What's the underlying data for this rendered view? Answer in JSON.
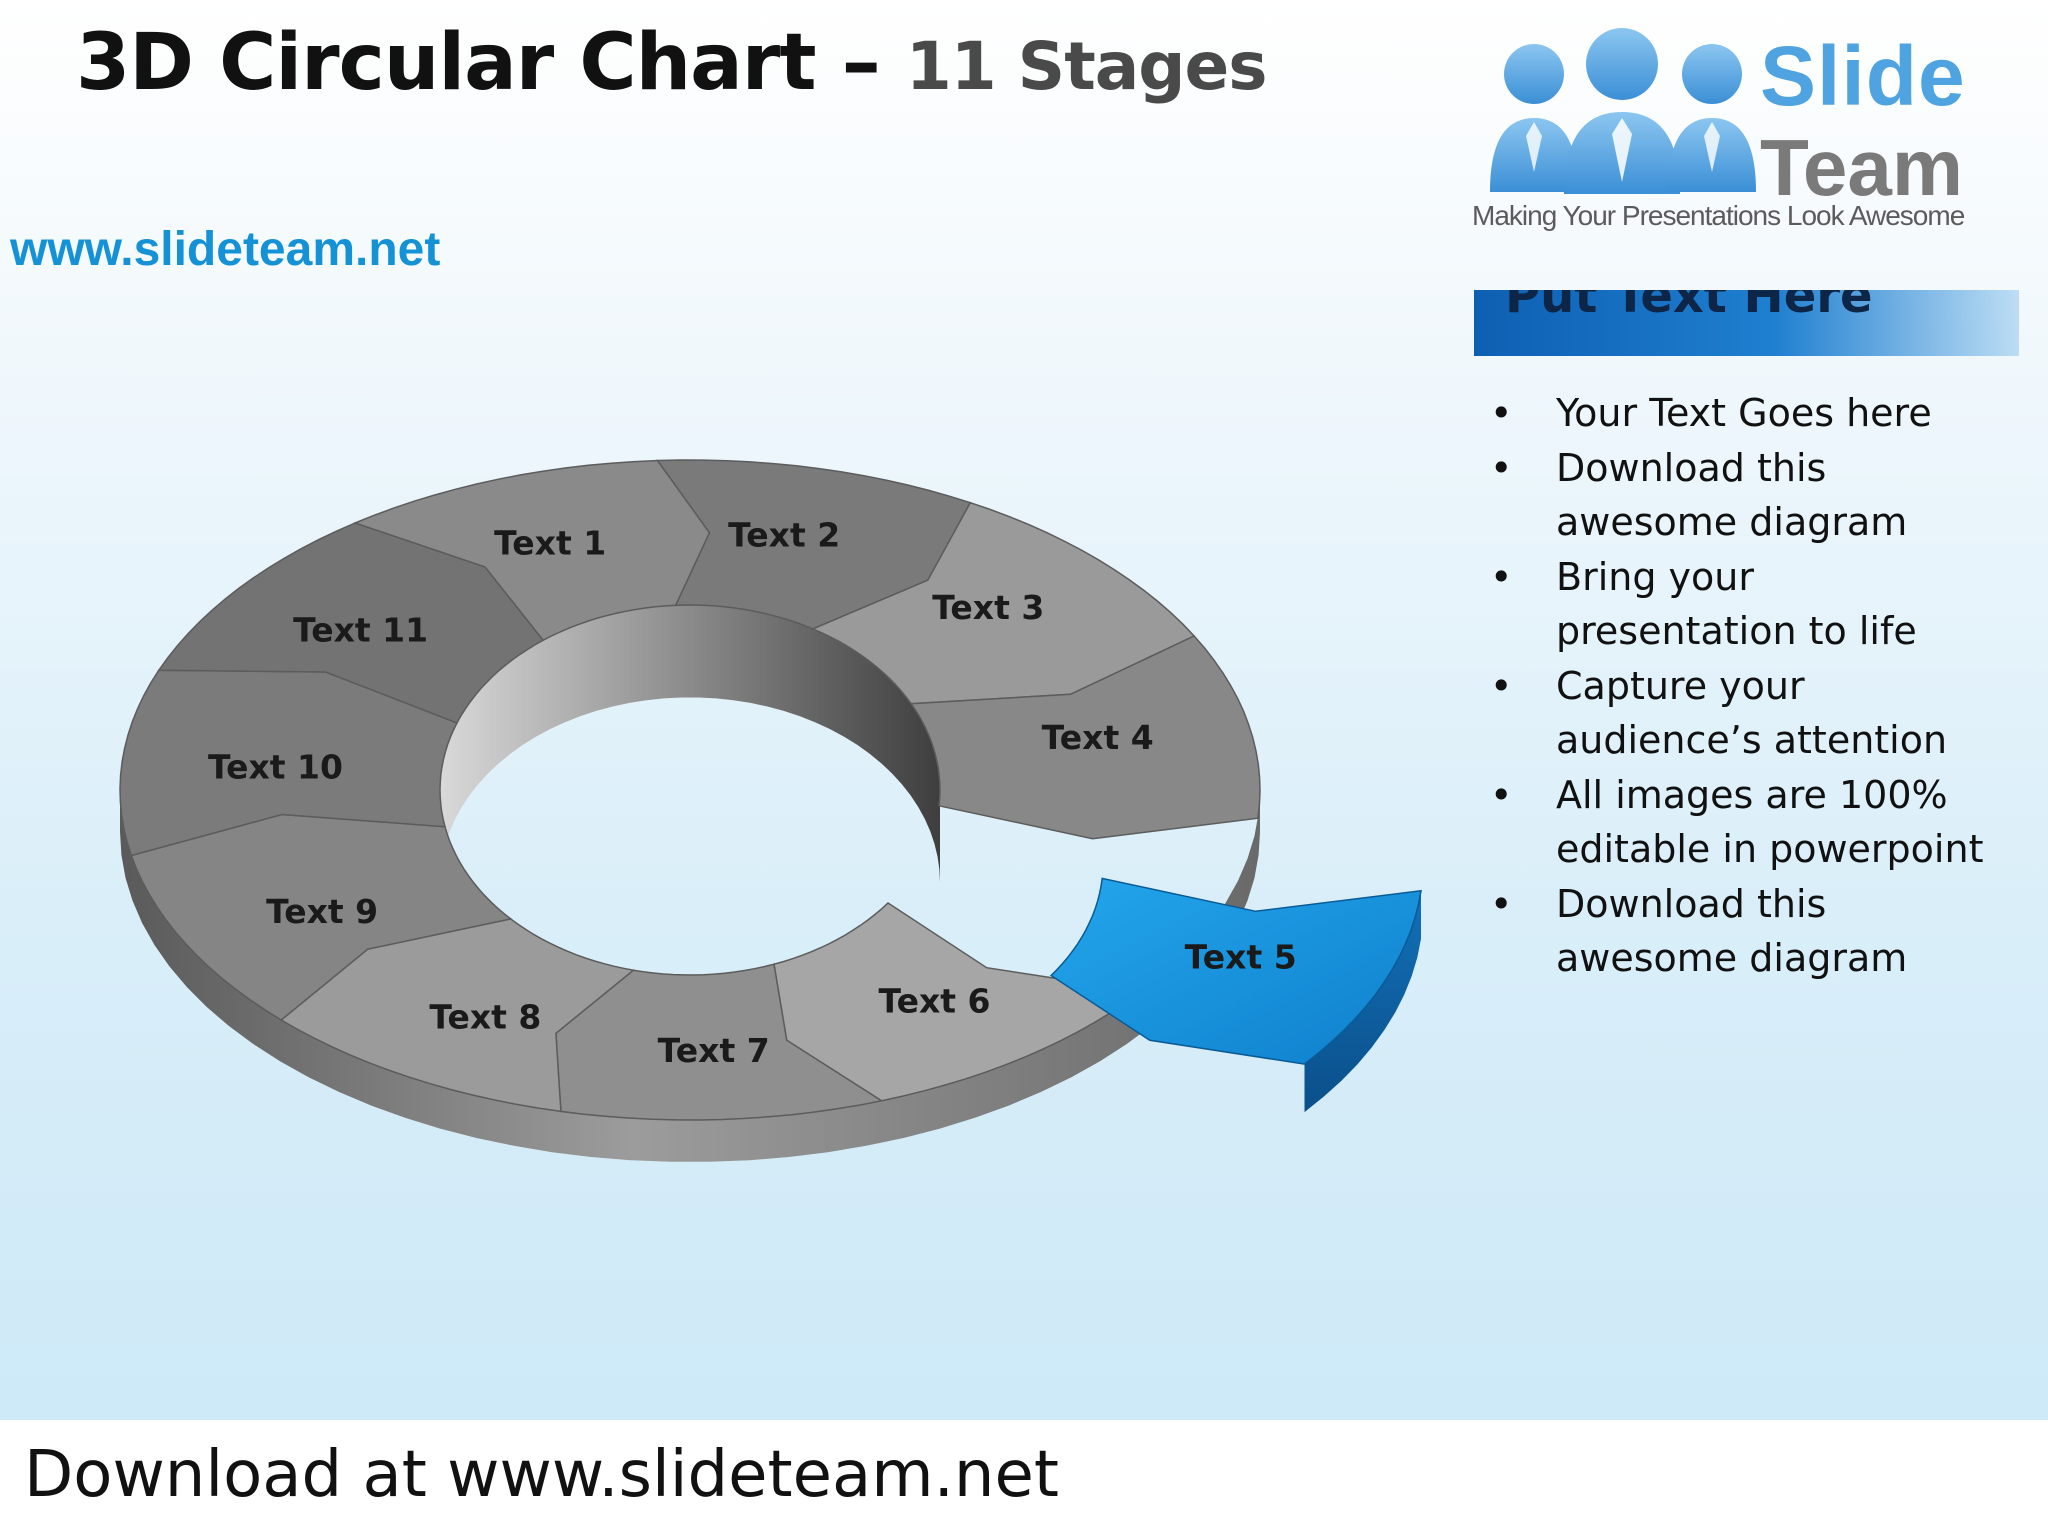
{
  "title": {
    "main": "3D Circular Chart –",
    "sub": "11 Stages"
  },
  "logo": {
    "brand_line1": "Slide",
    "brand_line2": "Team",
    "tagline": "Making Your Presentations Look Awesome",
    "url": "www.slideteam.net",
    "icon": "people-group-icon"
  },
  "panel": {
    "header": "Put Text Here",
    "bullets": [
      "Your Text Goes here",
      "Download this awesome diagram",
      "Bring your presentation to life",
      "Capture your audience’s attention",
      "All images are 100% editable in powerpoint",
      "Download this awesome diagram"
    ]
  },
  "diagram": {
    "stages": [
      "Text 1",
      "Text 2",
      "Text 3",
      "Text 4",
      "Text 5",
      "Text 6",
      "Text 7",
      "Text 8",
      "Text 9",
      "Text 10",
      "Text 11"
    ],
    "highlighted_stage": 5,
    "colors": {
      "segment": "#8e8e8e",
      "highlight": "#1886cf"
    }
  },
  "footer": "Download at www.slideteam.net"
}
